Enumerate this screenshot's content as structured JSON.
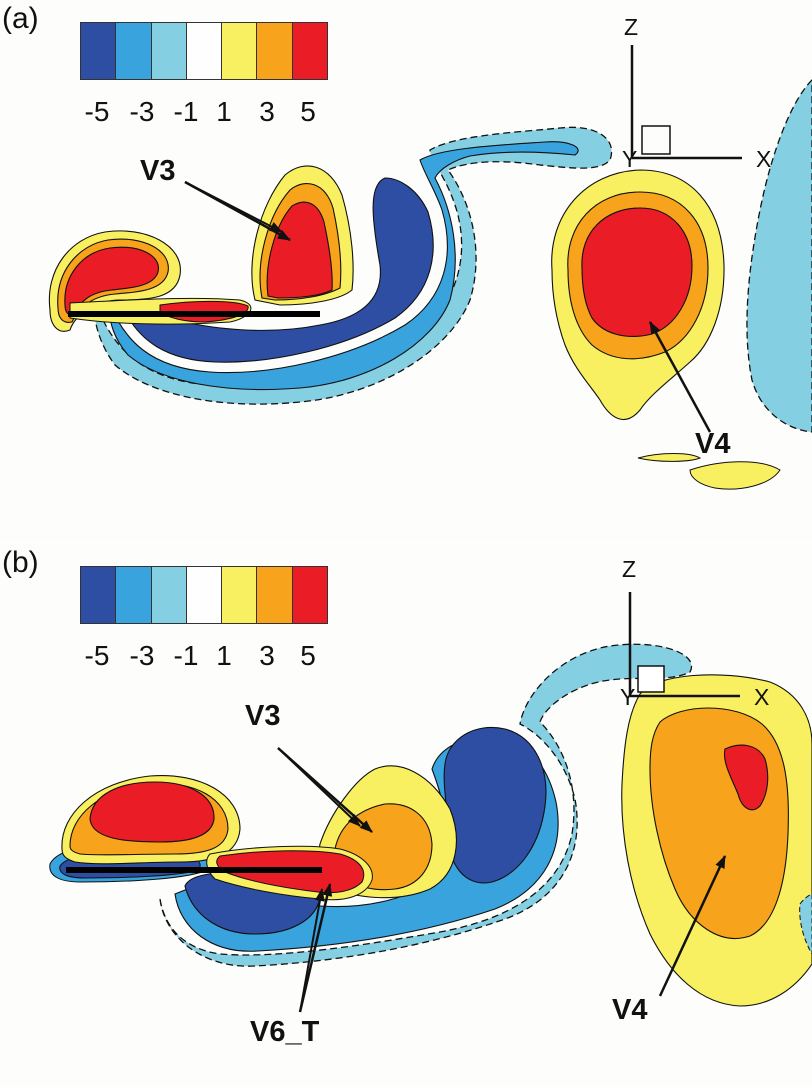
{
  "colors": {
    "level_-5": "#2d4ea3",
    "level_-3": "#38a3dd",
    "level_-1": "#85cfe2",
    "level_0": "#fefefe",
    "level_1": "#f8f060",
    "level_3": "#f7a31c",
    "level_5": "#ea1d26",
    "line": "#111111"
  },
  "colorbar": {
    "swatches": [
      "#2d4ea3",
      "#38a3dd",
      "#85cfe2",
      "#fefefe",
      "#f8f060",
      "#f7a31c",
      "#ea1d26"
    ],
    "tick_labels": [
      "-5",
      "-3",
      "-1",
      "1",
      "3",
      "5"
    ]
  },
  "axes": {
    "z_label": "Z",
    "x_label": "X",
    "y_label": "Y"
  },
  "panels": [
    {
      "tag": "(a)",
      "vortex_labels": {
        "v3": "V3",
        "v4": "V4"
      }
    },
    {
      "tag": "(b)",
      "vortex_labels": {
        "v3": "V3",
        "v4": "V4",
        "v6": "V6_T"
      }
    }
  ]
}
